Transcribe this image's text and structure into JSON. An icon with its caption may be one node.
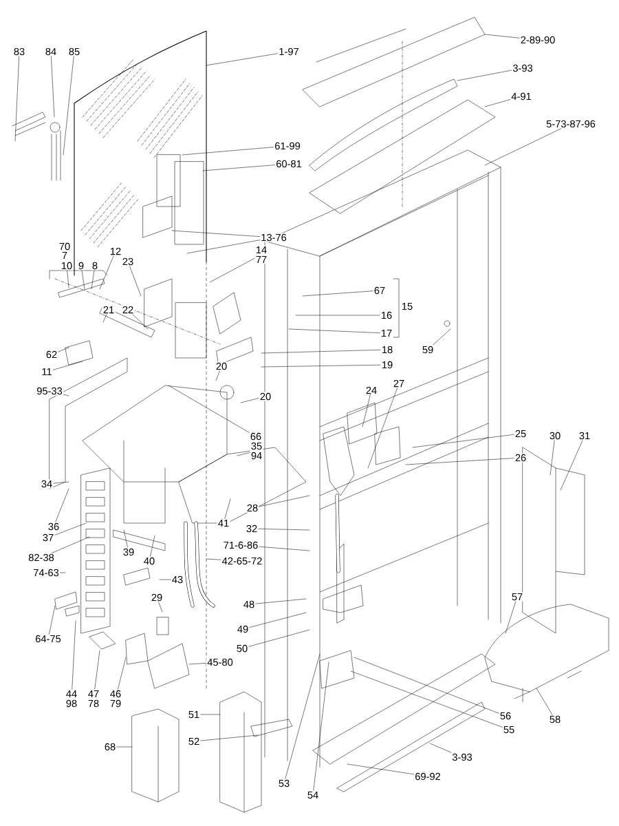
{
  "diagram": {
    "nodes": [
      {
        "text": [
          "83"
        ]
      },
      {
        "text": [
          "84"
        ]
      },
      {
        "text": [
          "85"
        ]
      },
      {
        "text": [
          "1-97"
        ]
      },
      {
        "text": [
          "2-89-90"
        ]
      },
      {
        "text": [
          "3-93"
        ]
      },
      {
        "text": [
          "4-91"
        ]
      },
      {
        "text": [
          "5-73-87-96"
        ]
      },
      {
        "text": [
          "61-99"
        ]
      },
      {
        "text": [
          "60-81"
        ]
      },
      {
        "text": [
          "13-76"
        ]
      },
      {
        "text": [
          "10"
        ]
      },
      {
        "text": [
          "9"
        ]
      },
      {
        "text": [
          "8"
        ]
      },
      {
        "text": [
          "12"
        ]
      },
      {
        "text": [
          "23"
        ]
      },
      {
        "text": [
          "21"
        ]
      },
      {
        "text": [
          "22"
        ]
      },
      {
        "text": [
          "14",
          "77"
        ]
      },
      {
        "text": [
          "67"
        ]
      },
      {
        "text": [
          "16"
        ]
      },
      {
        "text": [
          "17"
        ]
      },
      {
        "text": [
          "18"
        ]
      },
      {
        "text": [
          "19"
        ]
      },
      {
        "text": [
          "59"
        ]
      },
      {
        "text": [
          "20"
        ]
      },
      {
        "text": [
          "20"
        ]
      },
      {
        "text": [
          "62"
        ]
      },
      {
        "text": [
          "11"
        ]
      },
      {
        "text": [
          "95-33"
        ]
      },
      {
        "text": [
          "66"
        ]
      },
      {
        "text": [
          "35",
          "94"
        ]
      },
      {
        "text": [
          "24"
        ]
      },
      {
        "text": [
          "27"
        ]
      },
      {
        "text": [
          "25"
        ]
      },
      {
        "text": [
          "26"
        ]
      },
      {
        "text": [
          "30"
        ]
      },
      {
        "text": [
          "31"
        ]
      },
      {
        "text": [
          "34"
        ]
      },
      {
        "text": [
          "36"
        ]
      },
      {
        "text": [
          "28"
        ]
      },
      {
        "text": [
          "41"
        ]
      },
      {
        "text": [
          "37"
        ]
      },
      {
        "text": [
          "39"
        ]
      },
      {
        "text": [
          "40"
        ]
      },
      {
        "text": [
          "32"
        ]
      },
      {
        "text": [
          "82-38"
        ]
      },
      {
        "text": [
          "71-6-86"
        ]
      },
      {
        "text": [
          "42-65-72"
        ]
      },
      {
        "text": [
          "74-63"
        ]
      },
      {
        "text": [
          "43"
        ]
      },
      {
        "text": [
          "48"
        ]
      },
      {
        "text": [
          "29"
        ]
      },
      {
        "text": [
          "49"
        ]
      },
      {
        "text": [
          "50"
        ]
      },
      {
        "text": [
          "45-80"
        ]
      },
      {
        "text": [
          "64-75"
        ]
      },
      {
        "text": [
          "44",
          "98"
        ]
      },
      {
        "text": [
          "47",
          "78"
        ]
      },
      {
        "text": [
          "46",
          "79"
        ]
      },
      {
        "text": [
          "68"
        ]
      },
      {
        "text": [
          "51"
        ]
      },
      {
        "text": [
          "52"
        ]
      },
      {
        "text": [
          "53"
        ]
      },
      {
        "text": [
          "54"
        ]
      },
      {
        "text": [
          "57"
        ]
      },
      {
        "text": [
          "56"
        ]
      },
      {
        "text": [
          "55"
        ]
      },
      {
        "text": [
          "58"
        ]
      },
      {
        "text": [
          "3-93"
        ]
      },
      {
        "text": [
          "69-92"
        ]
      }
    ],
    "edges": [
      {
        "from": 0,
        "to": null,
        "arrow": "none"
      },
      {
        "from": 1,
        "to": null,
        "arrow": "none"
      },
      {
        "from": 2,
        "to": null,
        "arrow": "none"
      },
      {
        "from": 3,
        "to": null,
        "arrow": "none"
      },
      {
        "from": 4,
        "to": null,
        "arrow": "none"
      },
      {
        "from": 5,
        "to": null,
        "arrow": "none"
      },
      {
        "from": 6,
        "to": null,
        "arrow": "none"
      },
      {
        "from": 7,
        "to": null,
        "arrow": "none"
      },
      {
        "from": 8,
        "to": null,
        "arrow": "none"
      },
      {
        "from": 9,
        "to": null,
        "arrow": "none"
      },
      {
        "from": 10,
        "to": null,
        "arrow": "none"
      },
      {
        "from": 11,
        "to": null,
        "arrow": "none"
      },
      {
        "from": 12,
        "to": null,
        "arrow": "none"
      },
      {
        "from": 13,
        "to": null,
        "arrow": "none"
      },
      {
        "from": 14,
        "to": null,
        "arrow": "none"
      },
      {
        "from": 15,
        "to": null,
        "arrow": "none"
      },
      {
        "from": 16,
        "to": null,
        "arrow": "none"
      },
      {
        "from": 17,
        "to": null,
        "arrow": "none"
      },
      {
        "from": 18,
        "to": null,
        "arrow": "none"
      },
      {
        "from": 19,
        "to": null,
        "arrow": "none"
      },
      {
        "from": 20,
        "to": null,
        "arrow": "none"
      },
      {
        "from": 21,
        "to": null,
        "arrow": "none"
      },
      {
        "from": 22,
        "to": null,
        "arrow": "none"
      },
      {
        "from": 23,
        "to": null,
        "arrow": "none"
      },
      {
        "from": 24,
        "to": null,
        "arrow": "none"
      },
      {
        "from": 25,
        "to": null,
        "arrow": "none"
      },
      {
        "from": 26,
        "to": null,
        "arrow": "none"
      },
      {
        "from": 27,
        "to": null,
        "arrow": "none"
      },
      {
        "from": 28,
        "to": null,
        "arrow": "none"
      },
      {
        "from": 29,
        "to": null,
        "arrow": "none"
      },
      {
        "from": 30,
        "to": null,
        "arrow": "none"
      },
      {
        "from": 31,
        "to": null,
        "arrow": "none"
      },
      {
        "from": 32,
        "to": null,
        "arrow": "none"
      },
      {
        "from": 33,
        "to": null,
        "arrow": "none"
      },
      {
        "from": 34,
        "to": null,
        "arrow": "none"
      },
      {
        "from": 35,
        "to": null,
        "arrow": "none"
      },
      {
        "from": 36,
        "to": null,
        "arrow": "none"
      },
      {
        "from": 37,
        "to": null,
        "arrow": "none"
      },
      {
        "from": 38,
        "to": null,
        "arrow": "none"
      },
      {
        "from": 39,
        "to": null,
        "arrow": "none"
      },
      {
        "from": 40,
        "to": null,
        "arrow": "none"
      },
      {
        "from": 41,
        "to": null,
        "arrow": "none"
      },
      {
        "from": 42,
        "to": null,
        "arrow": "none"
      },
      {
        "from": 43,
        "to": null,
        "arrow": "none"
      },
      {
        "from": 44,
        "to": null,
        "arrow": "none"
      },
      {
        "from": 45,
        "to": null,
        "arrow": "none"
      },
      {
        "from": 46,
        "to": null,
        "arrow": "none"
      },
      {
        "from": 47,
        "to": null,
        "arrow": "none"
      },
      {
        "from": 48,
        "to": null,
        "arrow": "none"
      },
      {
        "from": 49,
        "to": null,
        "arrow": "none"
      },
      {
        "from": 50,
        "to": null,
        "arrow": "none"
      },
      {
        "from": 51,
        "to": null,
        "arrow": "none"
      },
      {
        "from": 52,
        "to": null,
        "arrow": "none"
      },
      {
        "from": 53,
        "to": null,
        "arrow": "none"
      },
      {
        "from": 54,
        "to": null,
        "arrow": "none"
      },
      {
        "from": 55,
        "to": null,
        "arrow": "none"
      },
      {
        "from": 56,
        "to": null,
        "arrow": "none"
      },
      {
        "from": 57,
        "to": null,
        "arrow": "none"
      },
      {
        "from": 58,
        "to": null,
        "arrow": "none"
      },
      {
        "from": 59,
        "to": null,
        "arrow": "none"
      },
      {
        "from": 60,
        "to": null,
        "arrow": "none"
      },
      {
        "from": 61,
        "to": null,
        "arrow": "none"
      },
      {
        "from": 62,
        "to": null,
        "arrow": "none"
      },
      {
        "from": 63,
        "to": null,
        "arrow": "none"
      },
      {
        "from": 64,
        "to": null,
        "arrow": "none"
      },
      {
        "from": 65,
        "to": null,
        "arrow": "none"
      },
      {
        "from": 66,
        "to": null,
        "arrow": "none"
      },
      {
        "from": 67,
        "to": null,
        "arrow": "none"
      },
      {
        "from": 68,
        "to": null,
        "arrow": "none"
      },
      {
        "from": 69,
        "to": null,
        "arrow": "none"
      },
      {
        "from": 70,
        "to": null,
        "arrow": "none"
      },
      {
        "from": 10,
        "to": null,
        "arrow": "none"
      }
    ],
    "labels": [
      "70",
      "7",
      "15"
    ]
  }
}
